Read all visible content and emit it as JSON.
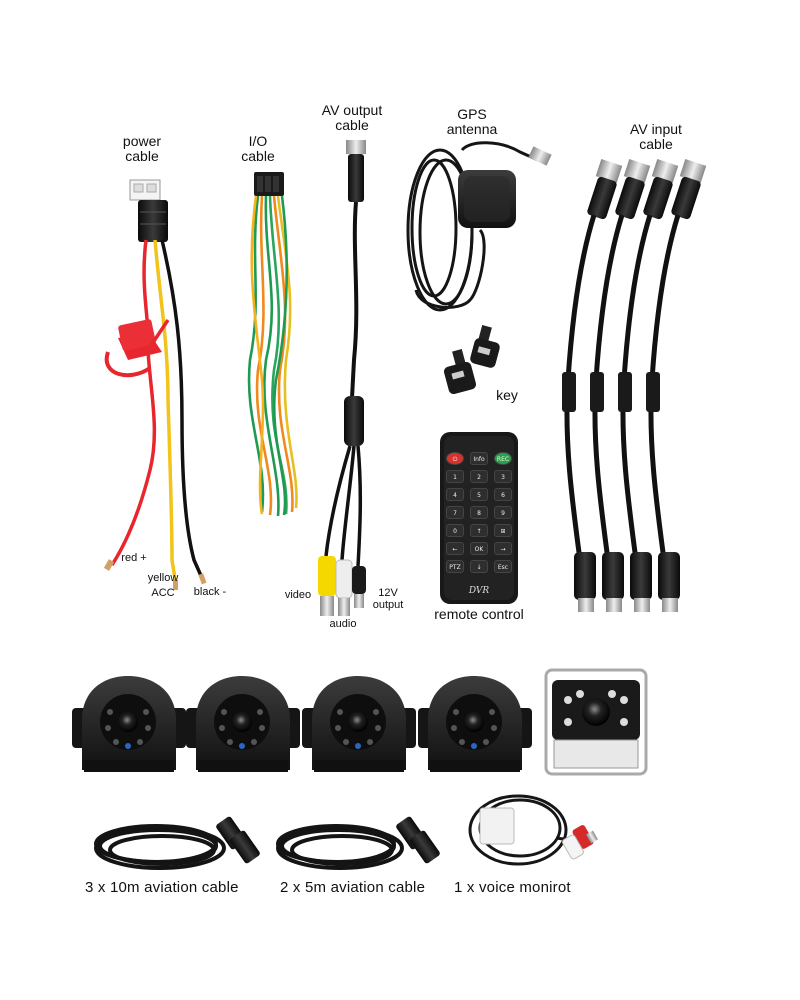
{
  "labels": {
    "power_cable": [
      "power",
      "cable"
    ],
    "io_cable": [
      "I/O",
      "cable"
    ],
    "av_output_cable": [
      "AV output",
      "cable"
    ],
    "gps_antenna": [
      "GPS",
      "antenna"
    ],
    "av_input_cable": [
      "AV input",
      "cable"
    ],
    "key": "key",
    "remote_control": "remote control",
    "wire_red": "red +",
    "wire_yellow": [
      "yellow",
      "ACC"
    ],
    "wire_black": "black -",
    "video": "video",
    "audio": "audio",
    "output_12v": [
      "12V",
      "output"
    ]
  },
  "remote": {
    "brand": "DVR",
    "keys": [
      [
        "⏻",
        "Info",
        "REC"
      ],
      [
        "1",
        "2",
        "3"
      ],
      [
        "4",
        "5",
        "6"
      ],
      [
        "7",
        "8",
        "9"
      ],
      [
        "0",
        "↑",
        "⊞"
      ],
      [
        "←",
        "OK",
        "→"
      ],
      [
        "PTZ",
        "↓",
        "Esc"
      ]
    ]
  },
  "captions": {
    "cable_10m": "3 x 10m aviation cable",
    "cable_5m": "2 x 5m aviation cable",
    "voice": "1 x voice monirot"
  },
  "colors": {
    "wire_red": "#e8262e",
    "wire_yellow": "#f2c318",
    "wire_black": "#111111",
    "wire_green": "#1e9a52",
    "wire_orange": "#f08a1c",
    "rca_yellow": "#f5d800",
    "rca_red": "#d62a2a"
  }
}
